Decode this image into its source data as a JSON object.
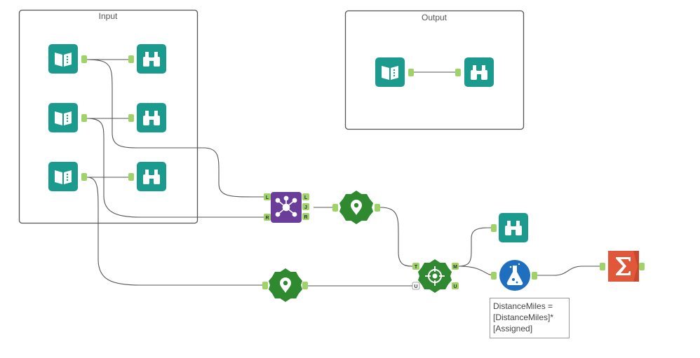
{
  "containers": {
    "input": {
      "title": "Input"
    },
    "output": {
      "title": "Output"
    }
  },
  "anchors": {
    "join_left": "L",
    "join_right": "R",
    "join_out_left": "L",
    "join_out_join": "J",
    "join_out_right": "R",
    "find_target": "T",
    "find_universe": "U",
    "find_matched": "M",
    "find_unmatched": "U"
  },
  "annotation": {
    "lines": [
      "DistanceMiles =",
      "[DistanceMiles]*",
      "[Assigned]"
    ]
  },
  "colors": {
    "io_teal": "#1a9b8e",
    "join_purple": "#6a3d9a",
    "spatial_green": "#2f8a2f",
    "formula_blue": "#1f6fc1",
    "summarize_red": "#e0573a",
    "anchor_green": "#9fd36a",
    "connection": "#555555",
    "container_border": "#555555"
  },
  "icons": {
    "input_tool": "book-icon",
    "browse_tool": "binoculars-icon",
    "join_tool": "join-icon",
    "spatial_tool": "map-pin-icon",
    "find_nearest_tool": "crosshair-icon",
    "formula_tool": "flask-icon",
    "summarize_tool": "sigma-icon"
  }
}
